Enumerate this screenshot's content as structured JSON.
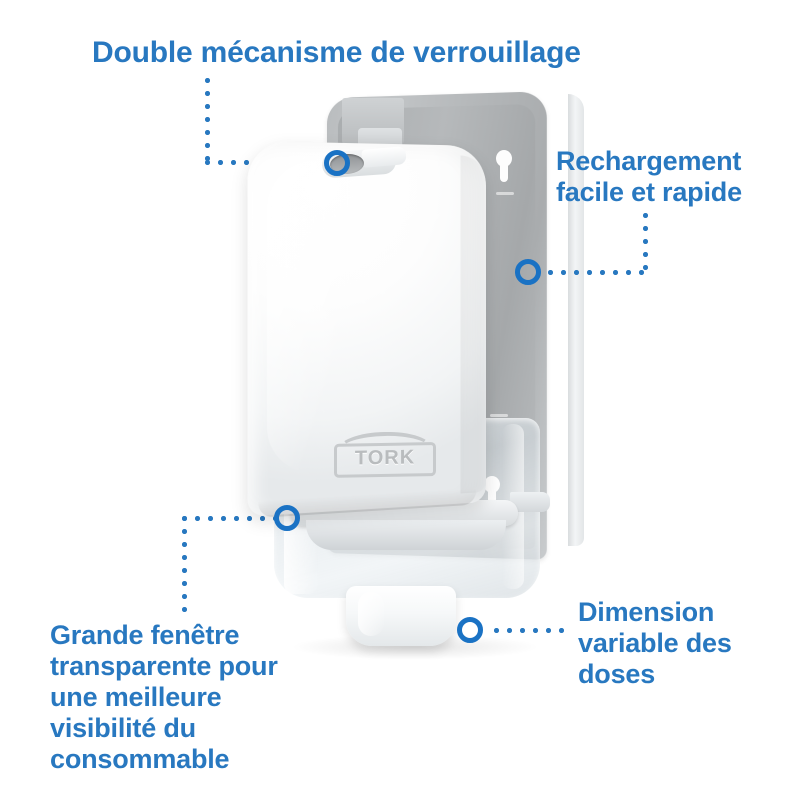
{
  "page": {
    "background": "#ffffff",
    "accent_color": "#2878c0",
    "ring_color": "#1a72c4"
  },
  "callouts": [
    {
      "id": "lock",
      "text": "Double mécanisme de verrouillage",
      "position": "top-left"
    },
    {
      "id": "refill",
      "text": "Rechargement\nfacile et rapide",
      "position": "top-right"
    },
    {
      "id": "window",
      "text": "Grande fenêtre\ntransparente pour\nune meilleure\nvisibilité du\nconsommable",
      "position": "bottom-left"
    },
    {
      "id": "dose",
      "text": "Dimension\nvariable des\ndoses",
      "position": "bottom-right"
    }
  ],
  "product": {
    "name": "tork-soap-dispenser",
    "brand_logo_text": "TORK",
    "parts": {
      "backplate": "grey-wall-backplate",
      "cover": "white-front-cover",
      "window": "transparent-window",
      "spout": "dispensing-spout",
      "hinge": "lock-hinge"
    }
  }
}
